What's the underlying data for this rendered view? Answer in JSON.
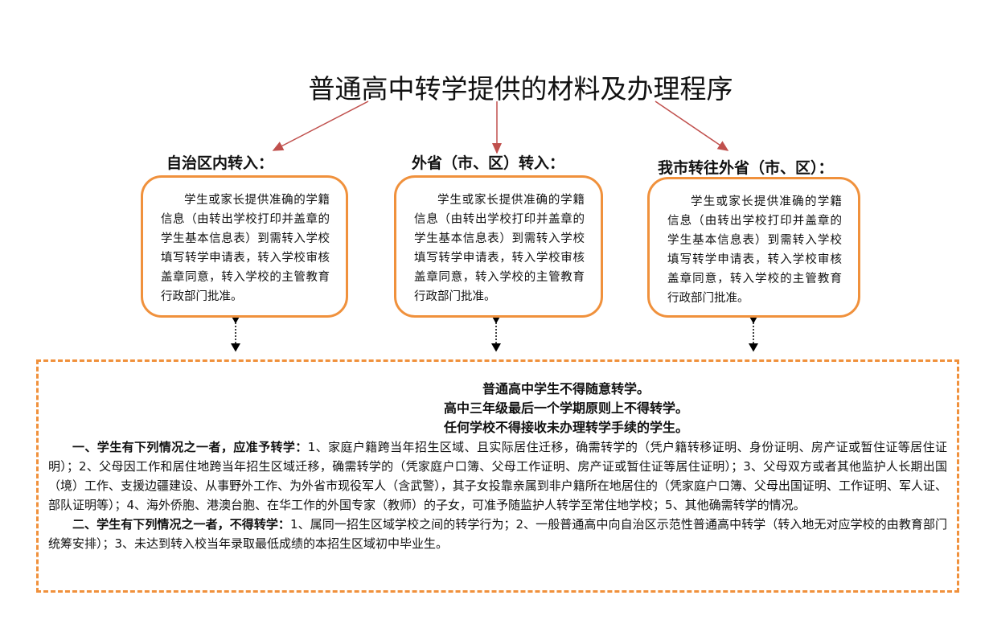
{
  "title": "普通高中转学提供的材料及办理程序",
  "columns": [
    {
      "heading": "自治区内转入：",
      "text": "学生或家长提供准确的学籍信息（由转出学校打印并盖章的学生基本信息表）到需转入学校填写转学申请表，转入学校审核盖章同意，转入学校的主管教育行政部门批准。"
    },
    {
      "heading": "外省（市、区）转入：",
      "text": "学生或家长提供准确的学籍信息（由转出学校打印并盖章的学生基本信息表）到需转入学校填写转学申请表，转入学校审核盖章同意，转入学校的主管教育行政部门批准。"
    },
    {
      "heading": "我市转往外省（市、区）：",
      "text": "学生或家长提供准确的学籍信息（由转出学校打印并盖章的学生基本信息表）到需转入学校填写转学申请表，转入学校审核盖章同意，转入学校的主管教育行政部门批准。"
    }
  ],
  "rules": {
    "lines": [
      "普通高中学生不得随意转学。",
      "高中三年级最后一个学期原则上不得转学。",
      "任何学校不得接收未办理转学手续的学生。"
    ],
    "p1_lead": "一、学生有下列情况之一者，应准予转学：",
    "p1_text": "1、家庭户籍跨当年招生区域、且实际居住迁移，确需转学的（凭户籍转移证明、身份证明、房产证或暂住证等居住证明）；2、父母因工作和居住地跨当年招生区域迁移，确需转学的（凭家庭户口簿、父母工作证明、房产证或暂住证等居住证明）；3、父母双方或者其他监护人长期出国（境）工作、支援边疆建设、从事野外工作、为外省市现役军人（含武警），其子女投靠亲属到非户籍所在地居住的（凭家庭户口簿、父母出国证明、工作证明、军人证、部队证明等）；4、海外侨胞、港澳台胞、在华工作的外国专家（教师）的子女，可准予随监护人转学至常住地学校；5、其他确需转学的情况。",
    "p2_lead": "二、学生有下列情况之一者，不得转学：",
    "p2_text": "1、属同一招生区域学校之间的转学行为；2、一般普通高中向自治区示范性普通高中转学（转入地无对应学校的由教育部门统筹安排）；3、未达到转入校当年录取最低成绩的本招生区域初中毕业生。"
  },
  "colors": {
    "accent": "#f0913c",
    "arrow": "#c0504d"
  }
}
